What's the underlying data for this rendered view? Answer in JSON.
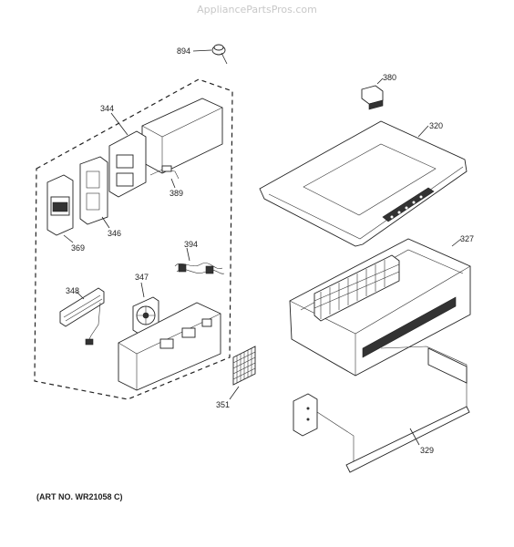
{
  "watermark": "AppliancePartsPros.com",
  "art_number": "(ART NO. WR21058 C)",
  "callouts": {
    "p894": "894",
    "p380": "380",
    "p344": "344",
    "p320": "320",
    "p389": "389",
    "p346": "346",
    "p369": "369",
    "p394": "394",
    "p327": "327",
    "p347": "347",
    "p348": "348",
    "p351": "351",
    "p329": "329"
  }
}
